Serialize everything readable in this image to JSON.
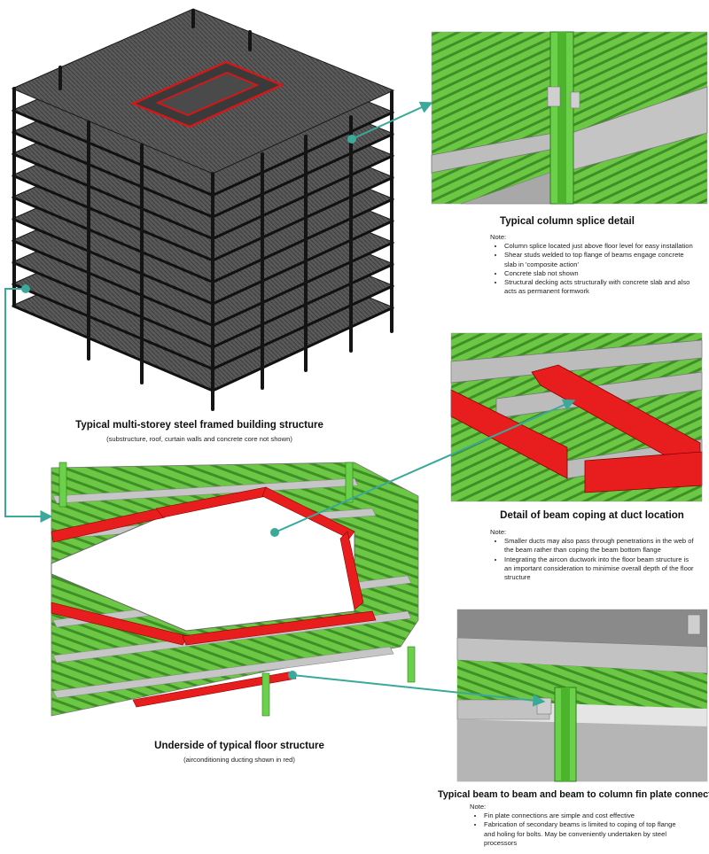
{
  "colors": {
    "steel_frame": "#2a2a2a",
    "floor_deck": "#555555",
    "deck_green": "#5bbd3b",
    "beam_grey": "#bdbdbd",
    "duct_red": "#e81e1e",
    "connector_teal": "#3aa99a"
  },
  "building": {
    "title": "Typical multi-storey steel framed building structure",
    "subtitle": "(substructure, roof, curtain walls and concrete core not shown)"
  },
  "splice": {
    "title": "Typical column splice detail",
    "note_label": "Note:",
    "notes": [
      "Column splice located just above floor level for easy installation",
      "Shear studs welded to top flange of beams engage concrete slab in 'composite action'",
      "Concrete slab not shown",
      "Structural decking acts structurally with concrete slab and also acts as permanent formwork"
    ]
  },
  "coping": {
    "title": "Detail of beam coping at duct location",
    "note_label": "Note:",
    "notes": [
      "Smaller ducts may also pass through penetrations in the web of the beam rather than coping the beam bottom flange",
      "Integrating the aircon ductwork into the floor beam structure is an important consideration to minimise overall depth of the floor structure"
    ]
  },
  "underside": {
    "title": "Underside of typical floor structure",
    "subtitle": "(airconditioning ducting shown in red)"
  },
  "finplate": {
    "title": "Typical beam to beam and beam to column fin plate connections",
    "note_label": "Note:",
    "notes": [
      "Fin plate connections are simple and cost effective",
      "Fabrication of secondary beams is limited to coping of top flange and holing for bolts. May be conveniently undertaken by steel processors"
    ]
  }
}
